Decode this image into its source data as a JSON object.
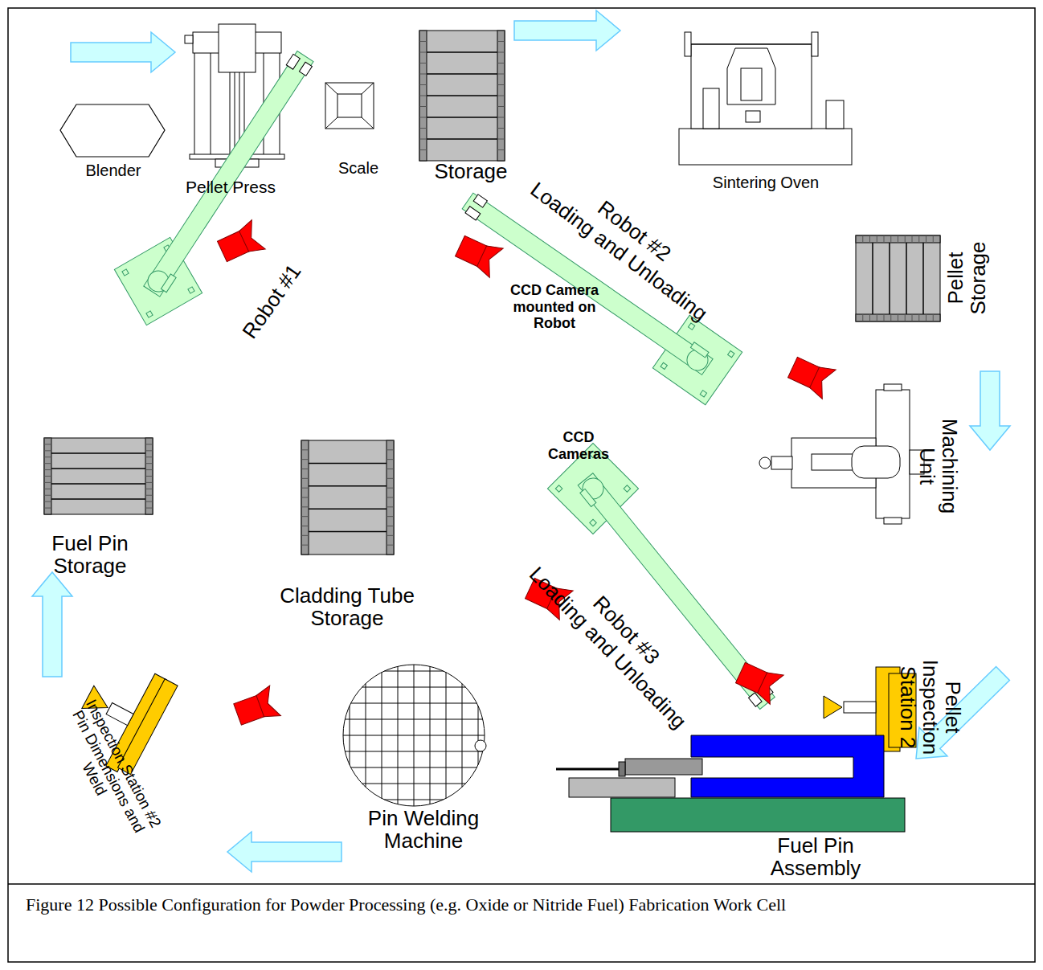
{
  "diagram": {
    "caption": "Figure 12 Possible Configuration for Powder Processing (e.g. Oxide or Nitride Fuel) Fabrication Work Cell",
    "nodes": [
      {
        "text": [
          "Blender"
        ]
      },
      {
        "text": [
          "Pellet Press"
        ]
      },
      {
        "text": [
          "Scale"
        ]
      },
      {
        "text": [
          "Storage"
        ]
      },
      {
        "text": [
          "Sintering Oven"
        ]
      },
      {
        "text": [
          "Robot #1"
        ]
      },
      {
        "text": [
          "Robot #2",
          "Loading and Unloading"
        ]
      },
      {
        "text": [
          "Pellet Storage"
        ]
      },
      {
        "text": [
          "Machining Unit"
        ]
      },
      {
        "text": [
          "Fuel Pin Storage"
        ]
      },
      {
        "text": [
          "Cladding Tube Storage"
        ]
      },
      {
        "text": [
          "Robot #3",
          "Loading and Unloading"
        ]
      },
      {
        "text": [
          "Pellet Inspection Station 2"
        ]
      },
      {
        "text": [
          "Inspection Station #2 Pin Dimensions and Weld"
        ]
      },
      {
        "text": [
          "Pin Welding Machine"
        ]
      },
      {
        "text": [
          "Fuel Pin Assembly"
        ]
      }
    ],
    "labels": [
      "CCD Camera mounted on Robot",
      "CCD Cameras"
    ]
  }
}
